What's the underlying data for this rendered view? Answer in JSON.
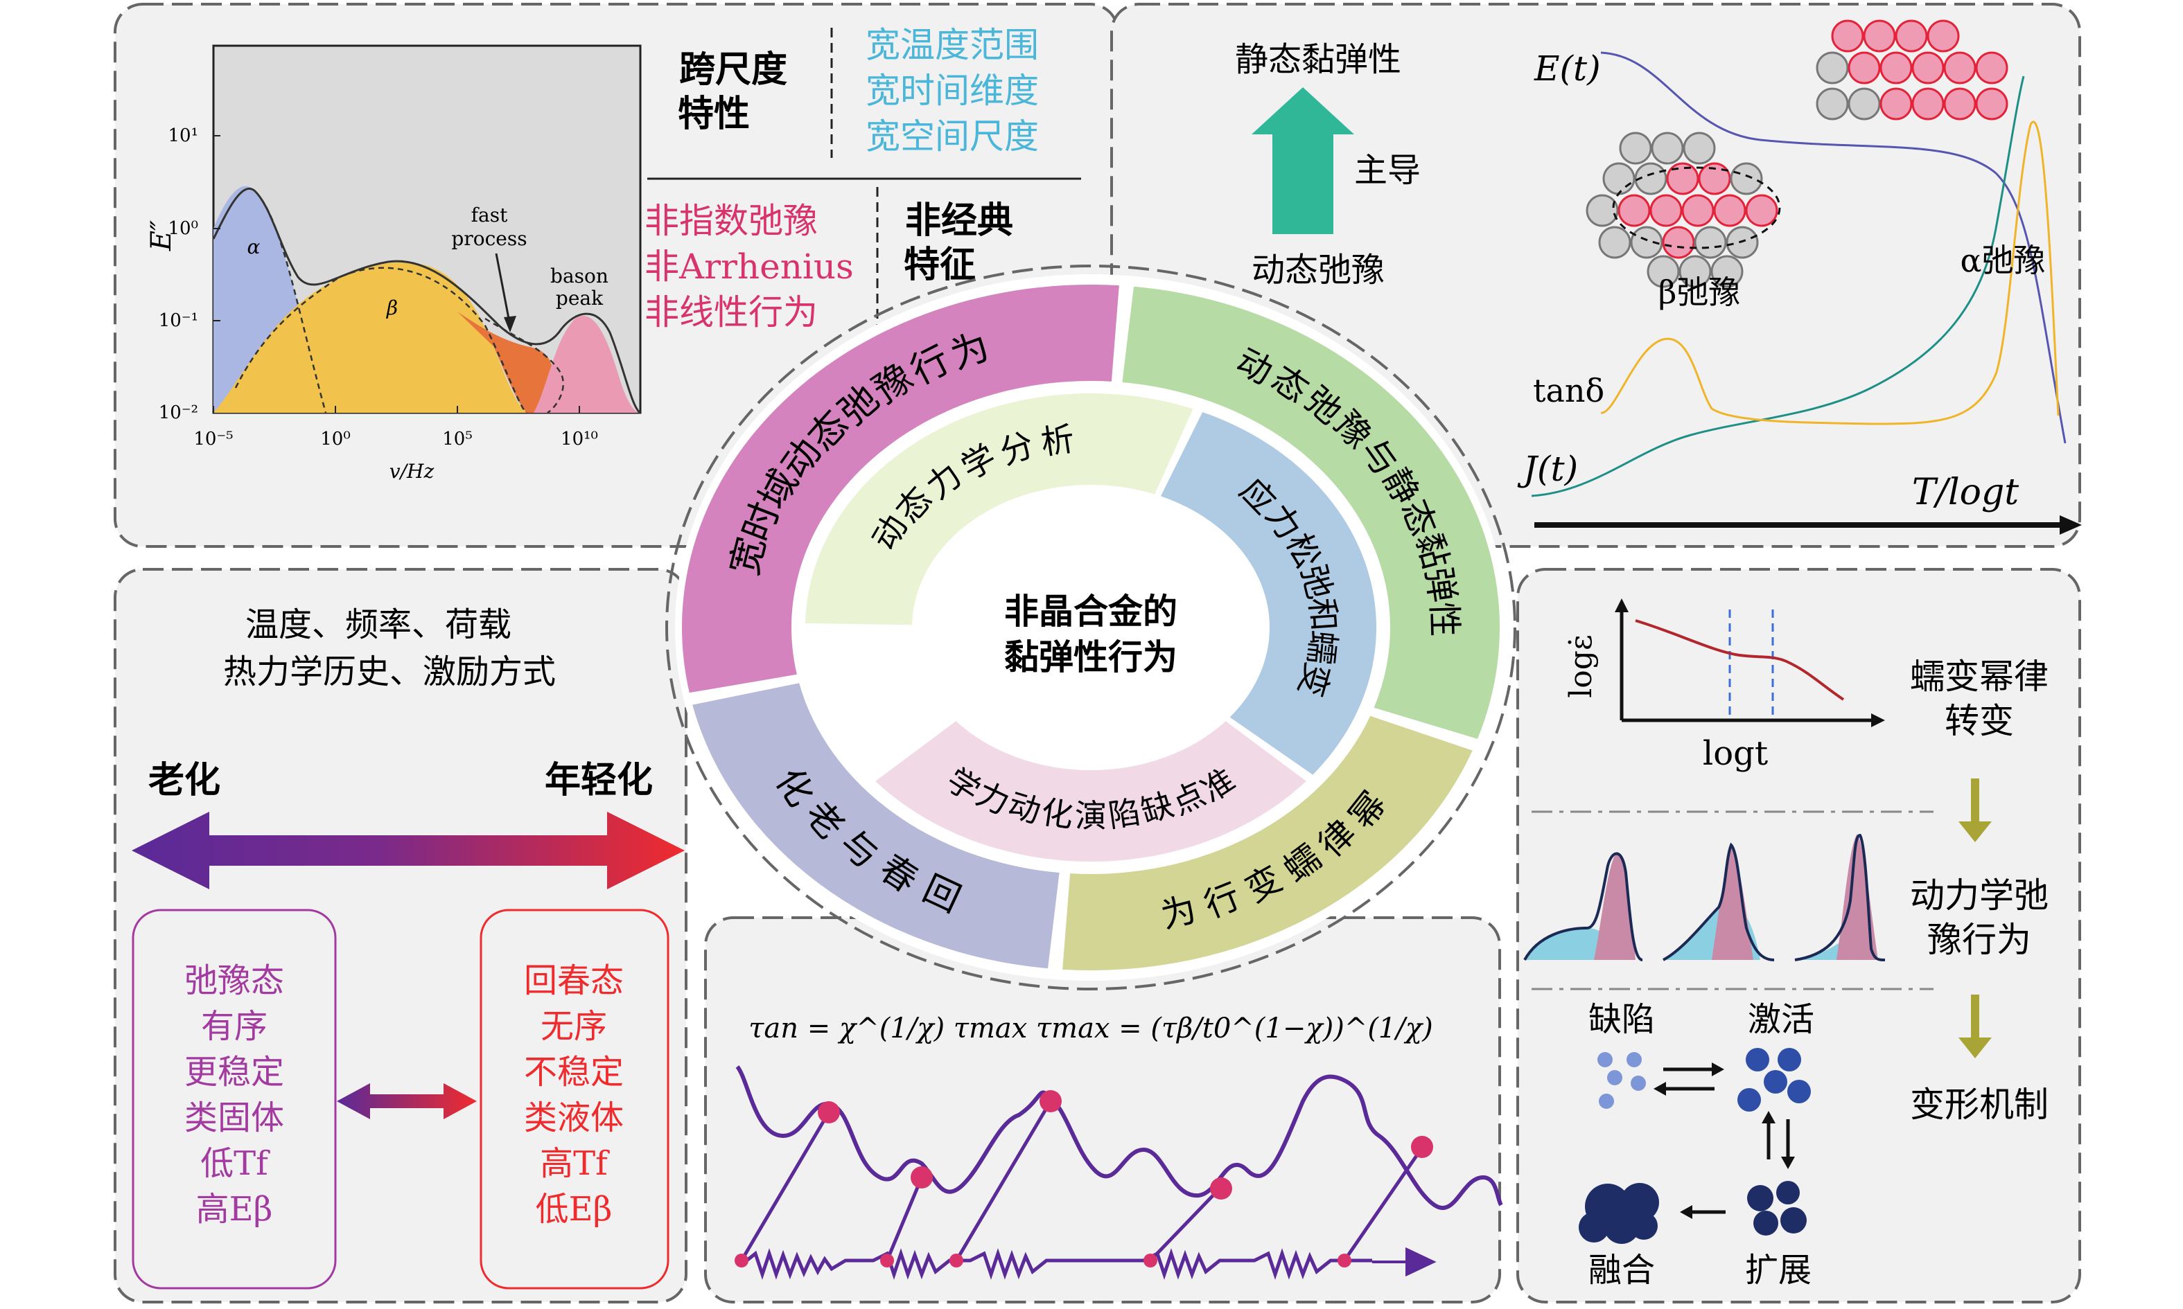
{
  "colors": {
    "panel_bg": "#f1f1f1",
    "panel_border": "#666666",
    "alpha_fill": "#a9b7e2",
    "beta_fill": "#f1c34d",
    "fast_fill": "#e7743a",
    "boson_fill": "#eb9ab3",
    "cyan_text": "#4ab6d9",
    "pink_text": "#d8336a",
    "teal_arrow": "#2fb797",
    "purple": "#5a2a98",
    "red": "#ef2b2e",
    "olive": "#a8a536",
    "navy": "#263a6e"
  },
  "panel_tl": {
    "chart": {
      "ylabel": "E″",
      "xlabel": "v/Hz",
      "yticks": [
        "10¹",
        "10⁰",
        "10⁻¹",
        "10⁻²"
      ],
      "xticks": [
        "10⁻⁵",
        "10⁰",
        "10⁵",
        "10¹⁰"
      ],
      "label_alpha": "α",
      "label_beta": "β",
      "label_fast_1": "fast",
      "label_fast_2": "process",
      "label_bason_1": "bason",
      "label_bason_2": "peak"
    },
    "cross_scale_title_1": "跨尺度",
    "cross_scale_title_2": "特性",
    "cross_scale_items": [
      "宽温度范围",
      "宽时间维度",
      "宽空间尺度"
    ],
    "nonclassical_items": [
      "非指数弛豫",
      "非Arrhenius",
      "非线性行为"
    ],
    "nonclassical_title_1": "非经典",
    "nonclassical_title_2": "特征"
  },
  "panel_tr": {
    "static": "静态黏弹性",
    "dominant": "主导",
    "dynamic": "动态弛豫",
    "E_label": "E(t)",
    "J_label": "J(t)",
    "tan_label": "tanδ",
    "beta_relax": "β弛豫",
    "alpha_relax": "α弛豫",
    "x_axis": "T/logt"
  },
  "center": {
    "title_1": "非晶合金的",
    "title_2": "黏弹性行为",
    "outer_1": "宽时域动态弛豫行为",
    "outer_2": "动态弛豫与静态黏弹性",
    "outer_3": "幂律蠕变行为",
    "outer_4": "回春与老化",
    "inner_1": "动态力学分析",
    "inner_2": "应力松弛和蠕变",
    "inner_3": "准点缺陷演化动力学"
  },
  "panel_bl": {
    "factors_1": "温度、频率、荷载",
    "factors_2": "热力学历史、激励方式",
    "aging": "老化",
    "rejuvenation": "年轻化",
    "relaxed": [
      "弛豫态",
      "有序",
      "更稳定",
      "类固体",
      "低Tf",
      "高Eβ"
    ],
    "rejuvenated": [
      "回春态",
      "无序",
      "不稳定",
      "类液体",
      "高Tf",
      "低Eβ"
    ]
  },
  "panel_bc": {
    "formula": "τan = χ^(1/χ) τmax   τmax = (τβ/t0^(1−χ))^(1/χ)"
  },
  "panel_br": {
    "ylabel": "logε̇",
    "xlabel": "logt",
    "step_1": "蠕变幂律转变",
    "step_2": "动力学弛豫行为",
    "step_3": "变形机制",
    "defect": "缺陷",
    "activate": "激活",
    "fuse": "融合",
    "expand": "扩展"
  }
}
